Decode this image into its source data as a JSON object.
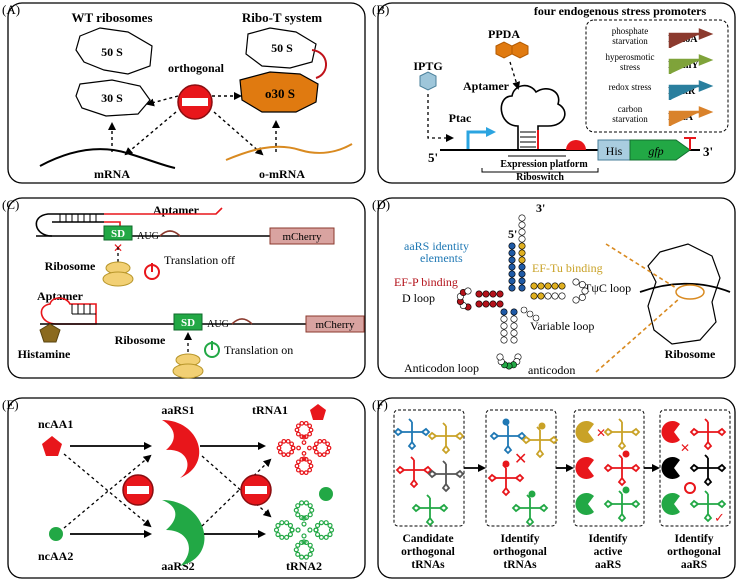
{
  "panels": {
    "A": {
      "label": "(A)",
      "wt_title": "WT ribosomes",
      "ribot_title": "Ribo-T system",
      "wt_50s": "50 S",
      "wt_30s": "30 S",
      "rt_50s": "50 S",
      "rt_o30s": "o30 S",
      "orthogonal": "orthogonal",
      "mrna": "mRNA",
      "omrna": "o-mRNA"
    },
    "B": {
      "label": "(B)",
      "title": "four endogenous stress promoters",
      "ppda": "PPDA",
      "iptg": "IPTG",
      "aptamer": "Aptamer",
      "ptac": "Ptac",
      "five": "5'",
      "three": "3'",
      "expression": "Expression platform",
      "riboswitch": "Riboswitch",
      "his": "His",
      "gfp": "gfp",
      "stress": [
        {
          "line1": "phosphate",
          "line2": "starvation",
          "promoter": "PphoA",
          "color": "#8b3a2e"
        },
        {
          "line1": "hyperosmotic",
          "line2": "stress",
          "promoter": "PosmY",
          "color": "#7fa33a"
        },
        {
          "line1": "redox stress",
          "line2": "",
          "promoter": "PsoxR",
          "color": "#2a7f9e"
        },
        {
          "line1": "carbon",
          "line2": "starvation",
          "promoter": "PcstA",
          "color": "#d9822b"
        }
      ]
    },
    "C": {
      "label": "(C)",
      "aptamer1": "Aptamer",
      "sd1": "SD",
      "aug1": "AUG",
      "mcherry1": "mCherry",
      "ribosome1": "Ribosome",
      "off": "Translation off",
      "aptamer2": "Aptamer",
      "sd2": "SD",
      "aug2": "AUG",
      "mcherry2": "mCherry",
      "histamine": "Histamine",
      "ribosome2": "Ribosome",
      "on": "Translation on"
    },
    "D": {
      "label": "(D)",
      "three": "3'",
      "five": "5'",
      "identity1": "aaRS identity",
      "identity2": "elements",
      "efp": "EF-P binding",
      "eftu": "EF-Tu binding",
      "dloop": "D loop",
      "tpsic": "TψC loop",
      "variable": "Variable loop",
      "anticodon_loop": "Anticodon loop",
      "anticodon": "anticodon",
      "ribosome": "Ribosome"
    },
    "E": {
      "label": "(E)",
      "ncaa1": "ncAA1",
      "ncaa2": "ncAA2",
      "aars1": "aaRS1",
      "aars2": "aaRS2",
      "trna1": "tRNA1",
      "trna2": "tRNA2"
    },
    "F": {
      "label": "(F)",
      "steps": [
        {
          "l1": "Candidate",
          "l2": "orthogonal",
          "l3": "tRNAs"
        },
        {
          "l1": "Identify",
          "l2": "orthogonal",
          "l3": "tRNAs"
        },
        {
          "l1": "Identify",
          "l2": "active",
          "l3": "aaRS"
        },
        {
          "l1": "Identify",
          "l2": "orthogonal",
          "l3": "aaRS"
        }
      ]
    }
  },
  "colors": {
    "red": "#e8161b",
    "orange": "#e07a10",
    "green": "#22a845",
    "blue": "#1f5aa6",
    "gold": "#c9a227",
    "darkred": "#b3121a"
  }
}
